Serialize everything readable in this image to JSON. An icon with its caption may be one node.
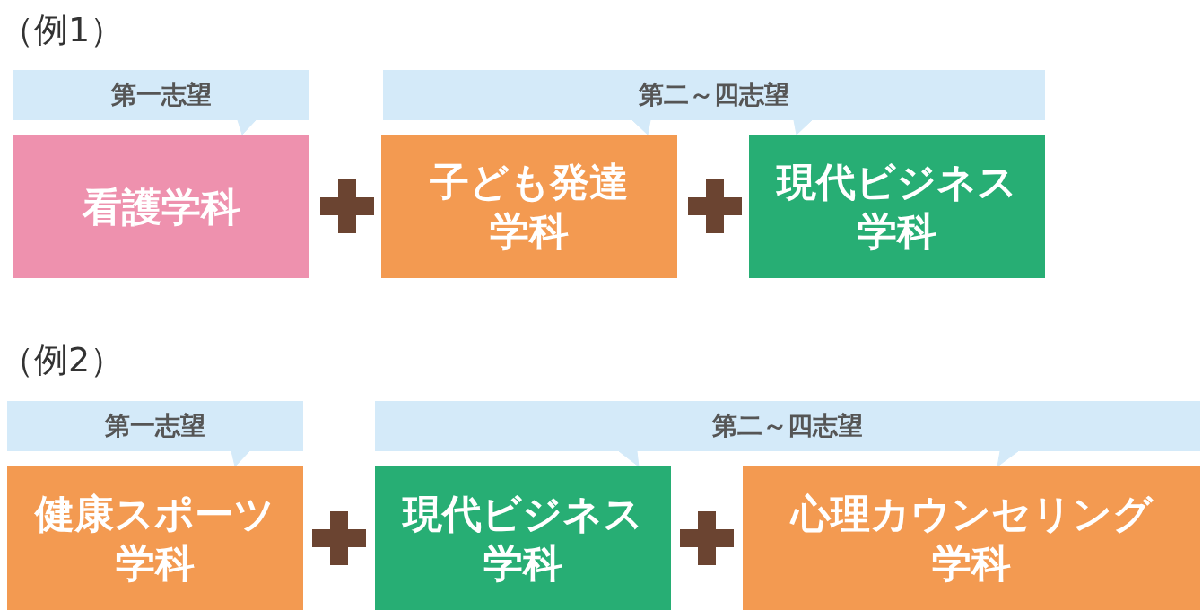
{
  "diagram": {
    "nodes": [
      {
        "text": [
          "第一志望"
        ]
      },
      {
        "text": [
          "看護学科"
        ]
      },
      {
        "text": [
          "第二～四志望"
        ]
      },
      {
        "text": [
          "子ども発達学科"
        ]
      },
      {
        "text": [
          "現代ビジネス学科"
        ]
      },
      {
        "text": [
          "第一志望"
        ]
      },
      {
        "text": [
          "健康スポーツ学科"
        ]
      },
      {
        "text": [
          "第二～四志望"
        ]
      },
      {
        "text": [
          "現代ビジネス学科"
        ]
      },
      {
        "text": [
          "心理カウンセリング学科"
        ]
      }
    ],
    "edges": [
      {
        "from": 0,
        "to": 1,
        "arrow": "to"
      },
      {
        "from": 2,
        "to": 3,
        "arrow": "to"
      },
      {
        "from": 2,
        "to": 4,
        "arrow": "to"
      },
      {
        "from": 5,
        "to": 6,
        "arrow": "to"
      },
      {
        "from": 7,
        "to": 8,
        "arrow": "to"
      },
      {
        "from": 7,
        "to": 9,
        "arrow": "to"
      }
    ],
    "labels": [
      "（例1）",
      "（例2）"
    ]
  }
}
